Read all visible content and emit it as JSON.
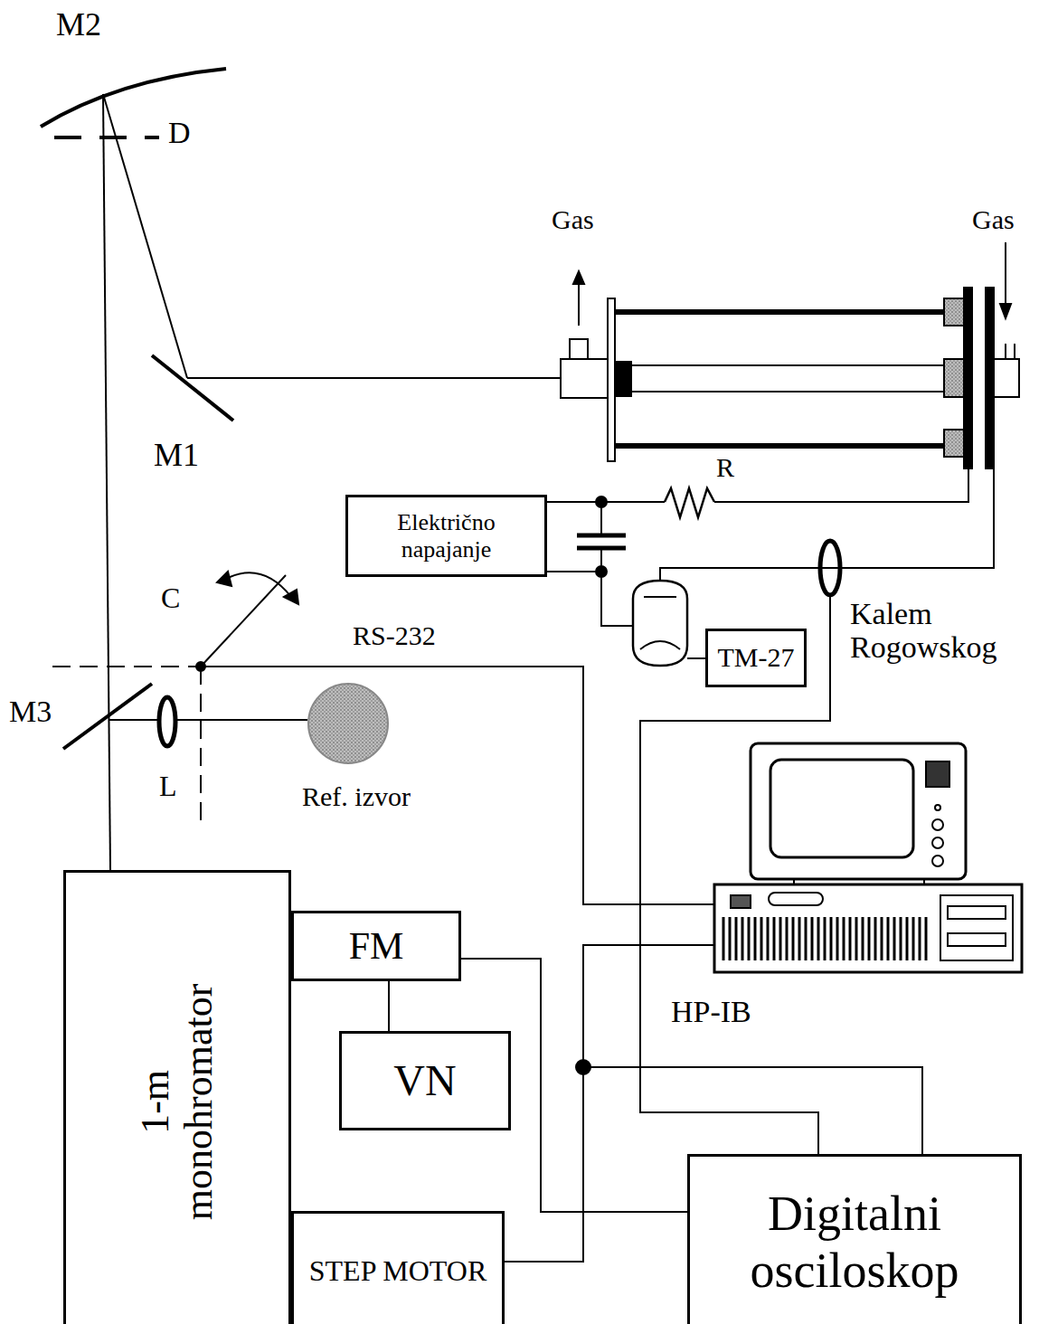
{
  "diagram": {
    "nodes": [
      {
        "text": [
          "Električno napajanje"
        ]
      },
      {
        "text": [
          "TM-27"
        ]
      },
      {
        "text": [
          "1-m monohromator"
        ]
      },
      {
        "text": [
          "FM"
        ]
      },
      {
        "text": [
          "VN"
        ]
      },
      {
        "text": [
          "STEP MOTOR"
        ]
      },
      {
        "text": [
          "Digitalni osciloskop"
        ]
      }
    ],
    "edges": [
      {
        "from": 3,
        "to": 4,
        "arrow": "none"
      },
      {
        "from": 3,
        "to": 6,
        "arrow": "none"
      },
      {
        "from": 5,
        "to": 6,
        "arrow": "none"
      }
    ],
    "labels": [
      "M2",
      "D",
      "Gas",
      "Gas",
      "M1",
      "R",
      "C",
      "RS-232",
      "M3",
      "L",
      "Ref. izvor",
      "Kalem Rogowskog",
      "HP-IB"
    ]
  }
}
